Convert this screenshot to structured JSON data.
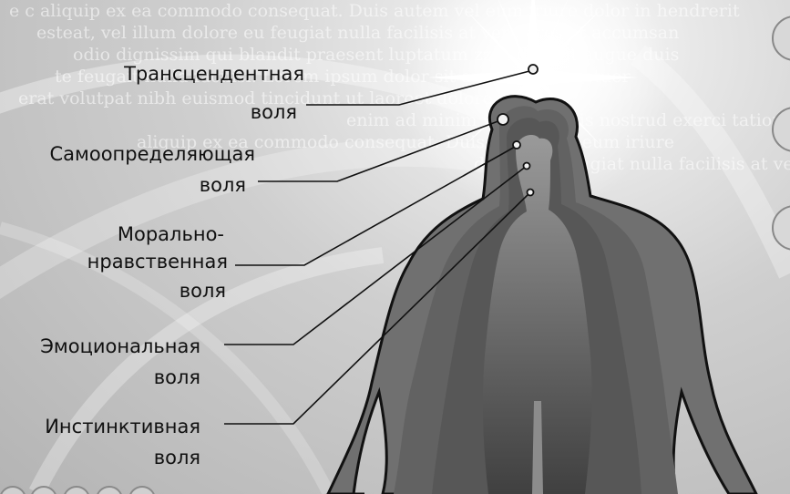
{
  "labels": {
    "transcendent": [
      "Трансцендентная",
      "воля"
    ],
    "self_determining": [
      "Самоопределяющая",
      "воля"
    ],
    "moral": [
      "Морально-",
      "нравственная",
      "воля"
    ],
    "emotional": [
      "Эмоциональная",
      "воля"
    ],
    "instinctive": [
      "Инстинктивная",
      "воля"
    ]
  },
  "background_text": [
    "e c aliquip ex ea commodo consequat. Duis autem vel eum iriure dolor in hendrerit",
    "esteat, vel illum dolore eu feugiat nulla facilisis at vero eros et accumsan",
    "odio dignissim qui blandit praesent luptatum zzril delenit augue duis",
    "te feugait nulla facilisi. Lorem ipsum dolor sit amet, consectetuer",
    "erat volutpat nibh euismod tincidunt ut laoreet dolore magna",
    "enim ad minim veniam, quis nostrud exerci tation ullamcorper suscipit",
    "aliquip ex ea commodo consequat. Duis autem vel eum iriure",
    "dolore eu feugiat nulla facilisis at vero eros et accumsan illum dolore"
  ],
  "colors": {
    "figure_outer": "#6e6e6e",
    "figure_mid": "#5c5c5c",
    "figure_inner": "#4e4e4e",
    "figure_core": "#444444",
    "leader_line": "#111111"
  }
}
